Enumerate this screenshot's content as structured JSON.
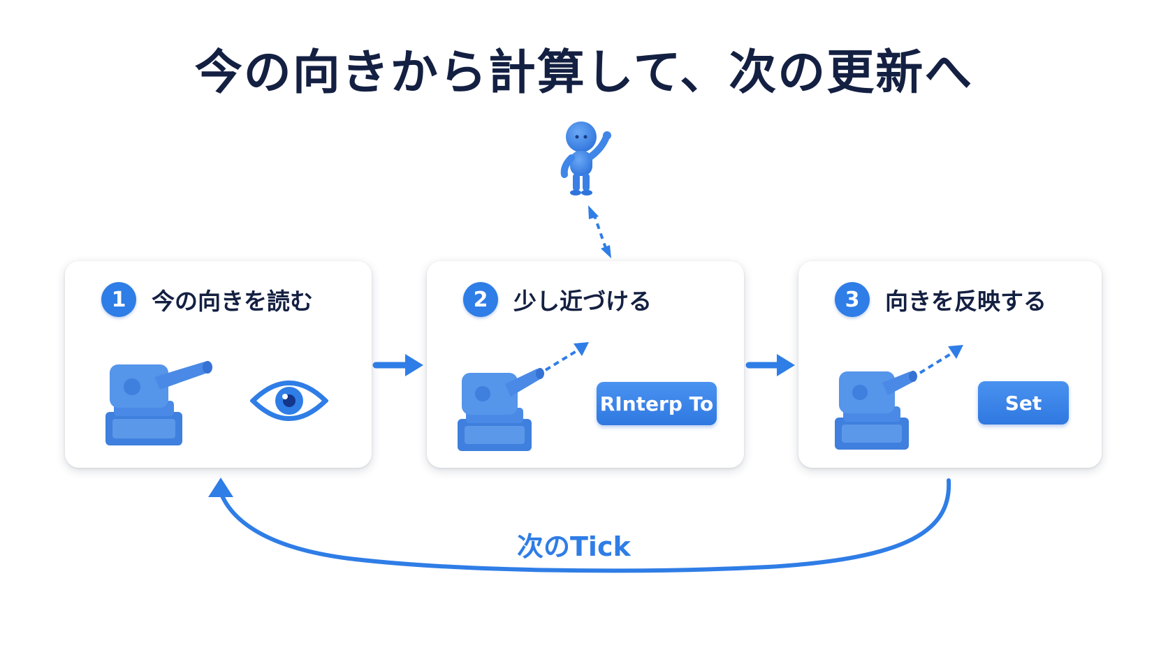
{
  "title": "今の向きから計算して、次の更新へ",
  "steps": [
    {
      "number": "1",
      "label": "今の向きを読む",
      "icon": "eye-icon"
    },
    {
      "number": "2",
      "label": "少し近づける",
      "button": "RInterp To"
    },
    {
      "number": "3",
      "label": "向きを反映する",
      "button": "Set"
    }
  ],
  "loop": {
    "label": "次のTick"
  },
  "colors": {
    "accent": "#2f7de6",
    "title": "#142042",
    "turret": "#4a8ae6"
  }
}
